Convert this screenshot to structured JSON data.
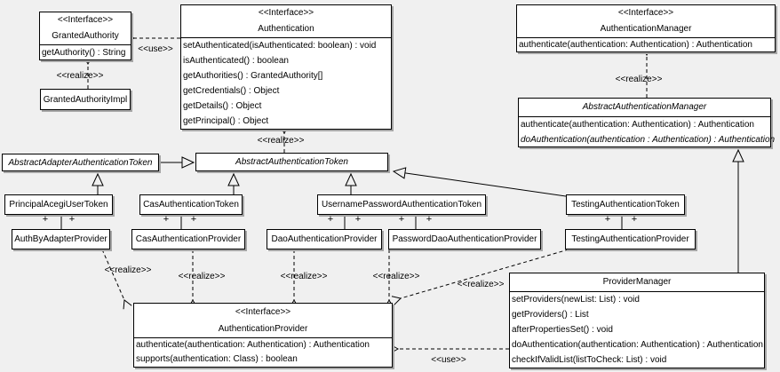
{
  "diagram": {
    "kind": "uml-class-diagram",
    "background_color": "#f0f0f0",
    "box_fill_color": "#ffffff",
    "line_color": "#000000",
    "shadow_color": "#a6a6a6",
    "stereotype_interface": "<<Interface>>",
    "label_use": "<<use>>",
    "label_realize": "<<realize>>",
    "multiplicity_plus": "+"
  },
  "classes": {
    "granted_authority": {
      "stereotype": "<<Interface>>",
      "name": "GrantedAuthority",
      "methods": [
        "getAuthority() : String"
      ]
    },
    "granted_authority_impl": {
      "name": "GrantedAuthorityImpl"
    },
    "authentication": {
      "stereotype": "<<Interface>>",
      "name": "Authentication",
      "methods": [
        "setAuthenticated(isAuthenticated: boolean) : void",
        "isAuthenticated() : boolean",
        "getAuthorities() : GrantedAuthority[]",
        "getCredentials() : Object",
        "getDetails() : Object",
        "getPrincipal() : Object"
      ]
    },
    "authentication_manager": {
      "stereotype": "<<Interface>>",
      "name": "AuthenticationManager",
      "methods": [
        "authenticate(authentication: Authentication) : Authentication"
      ]
    },
    "abstract_authentication_manager": {
      "name": "AbstractAuthenticationManager",
      "methods": [
        "authenticate(authentication: Authentication) : Authentication",
        "doAuthentication(authentication : Authentication) : Authentication"
      ]
    },
    "abstract_adapter_authentication_token": {
      "name": "AbstractAdapterAuthenticationToken"
    },
    "abstract_authentication_token": {
      "name": "AbstractAuthenticationToken"
    },
    "principal_acegi_user_token": {
      "name": "PrincipalAcegiUserToken"
    },
    "cas_authentication_token": {
      "name": "CasAuthenticationToken"
    },
    "username_password_authentication_token": {
      "name": "UsernamePasswordAuthenticationToken"
    },
    "testing_authentication_token": {
      "name": "TestingAuthenticationToken"
    },
    "auth_by_adapter_provider": {
      "name": "AuthByAdapterProvider"
    },
    "cas_authentication_provider": {
      "name": "CasAuthenticationProvider"
    },
    "dao_authentication_provider": {
      "name": "DaoAuthenticationProvider"
    },
    "password_dao_authentication_provider": {
      "name": "PasswordDaoAuthenticationProvider"
    },
    "testing_authentication_provider": {
      "name": "TestingAuthenticationProvider"
    },
    "authentication_provider": {
      "stereotype": "<<Interface>>",
      "name": "AuthenticationProvider",
      "methods": [
        "authenticate(authentication: Authentication) : Authentication",
        "supports(authentication: Class) : boolean"
      ]
    },
    "provider_manager": {
      "name": "ProviderManager",
      "methods": [
        "setProviders(newList: List) : void",
        "getProviders() : List",
        "afterPropertiesSet() : void",
        "doAuthentication(authentication: Authentication) : Authentication",
        "checkIfValidList(listToCheck: List) : void"
      ]
    }
  }
}
